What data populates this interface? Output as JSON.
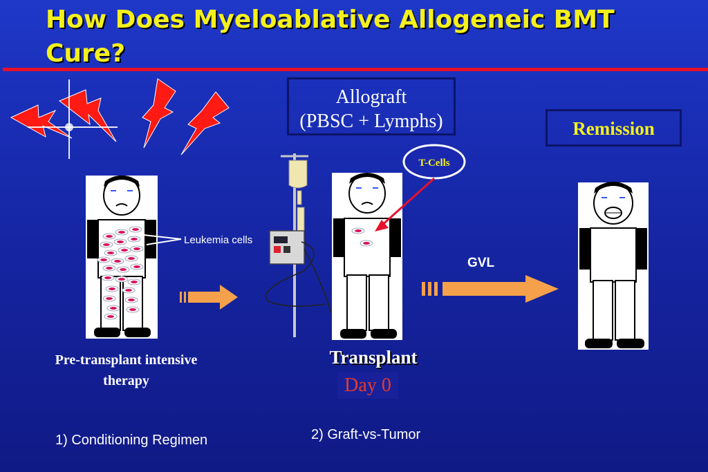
{
  "title": "How Does Myeloablative Allogeneic BMT Cure?",
  "allograft": {
    "line1": "Allograft",
    "line2": "(PBSC + Lymphs)"
  },
  "remission": "Remission",
  "tcells": "T-Cells",
  "leukemia_cells": "Leukemia cells",
  "gvl": "GVL",
  "pretransplant": {
    "line1": "Pre-transplant intensive",
    "line2": "therapy"
  },
  "transplant": "Transplant",
  "day0": "Day 0",
  "conditioning": "1) Conditioning Regimen",
  "graft_vs_tumor": "2) Graft-vs-Tumor",
  "colors": {
    "title": "#f3f01e",
    "rule": "#e8112c",
    "arrow": "#f5a04a",
    "lightning": "#ff1a14",
    "cell": "#d8145c"
  }
}
